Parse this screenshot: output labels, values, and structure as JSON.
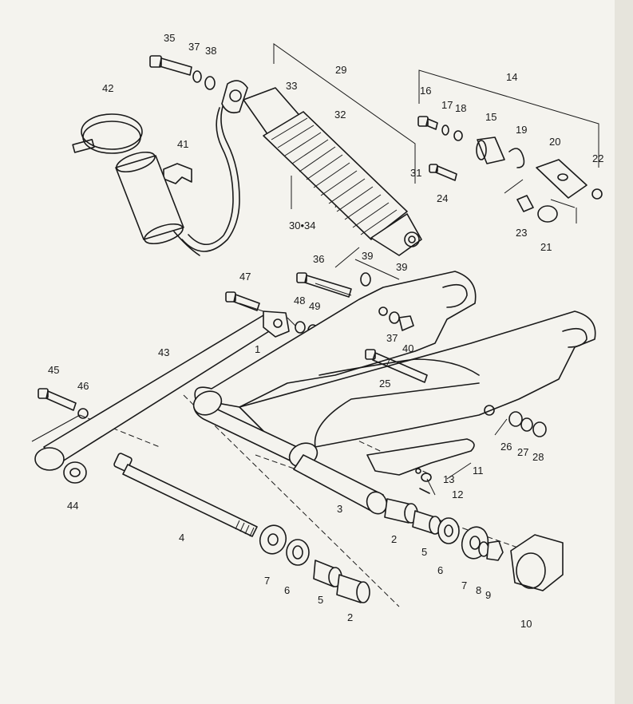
{
  "labels": [
    "1",
    "2",
    "2",
    "3",
    "4",
    "5",
    "5",
    "6",
    "6",
    "7",
    "7",
    "8",
    "9",
    "10",
    "11",
    "12",
    "13",
    "14",
    "15",
    "16",
    "17",
    "18",
    "19",
    "20",
    "21",
    "22",
    "23",
    "24",
    "25",
    "26",
    "27",
    "28",
    "29",
    "30•34",
    "31",
    "32",
    "33",
    "35",
    "36",
    "37",
    "37",
    "38",
    "39",
    "39",
    "40",
    "41",
    "42",
    "43",
    "44",
    "45",
    "46",
    "47",
    "48",
    "49"
  ],
  "colors": {
    "ink": "#1a1a1a",
    "paper": "#f4f3ee"
  }
}
